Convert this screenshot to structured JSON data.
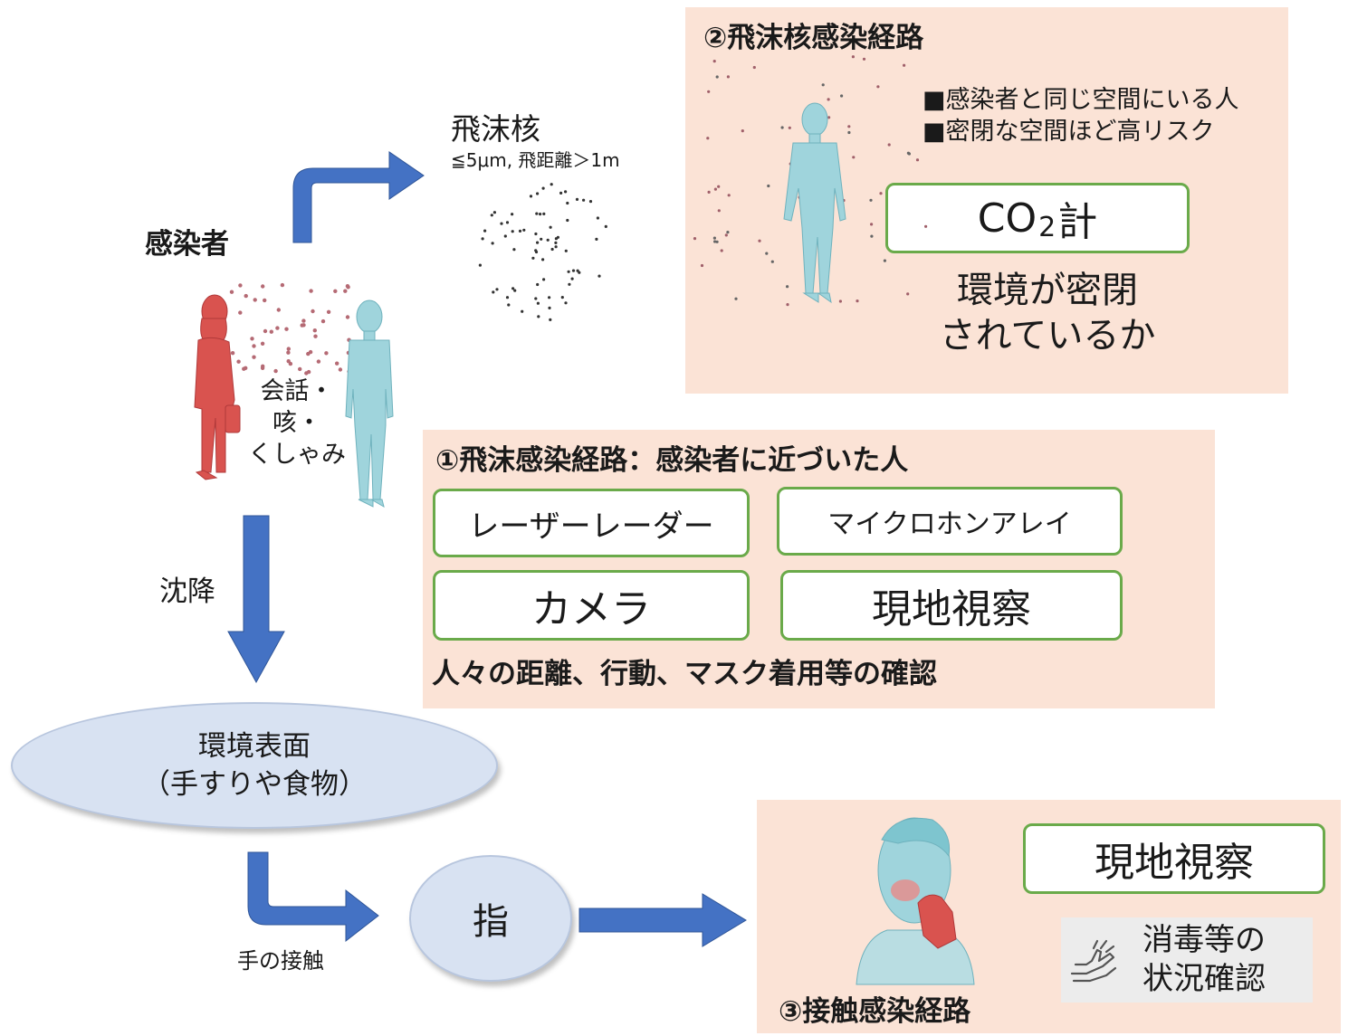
{
  "infected_label": "感染者",
  "conversation_label": [
    "会話・",
    "咳・",
    "くしゃみ"
  ],
  "droplet_nuclei": {
    "title": "飛沫核",
    "spec": "≦5μm, 飛距離＞1m"
  },
  "airborne_panel": {
    "heading": "②飛沫核感染経路",
    "bullets": [
      "■感染者と同じ空間にいる人",
      "■密閉な空間ほど高リスク"
    ],
    "sensor_main": "CO",
    "sensor_sub": "2",
    "sensor_suffix": "計",
    "question_line1": "環境が密閉",
    "question_line2": "されているか"
  },
  "droplet_panel": {
    "heading": "①飛沫感染経路：感染者に近づいた人",
    "methods": [
      "レーザーレーダー",
      "マイクロホンアレイ",
      "カメラ",
      "現地視察"
    ],
    "footer": "人々の距離、行動、マスク着用等の確認"
  },
  "settle_label": "沈降",
  "surface": {
    "line1": "環境表面",
    "line2": "（手すりや食物）"
  },
  "hand_contact_label": "手の接触",
  "finger_label": "指",
  "contact_panel": {
    "heading": "③接触感染経路",
    "method": "現地視察",
    "check_line1": "消毒等の",
    "check_line2": "状況確認",
    "check_icon": "hands-icon"
  },
  "colors": {
    "panel": "#fbe3d6",
    "arrow": "#4472c4",
    "box_border": "#6aaa4a",
    "infected": "#d9534f",
    "person": "#9fd4dc"
  }
}
